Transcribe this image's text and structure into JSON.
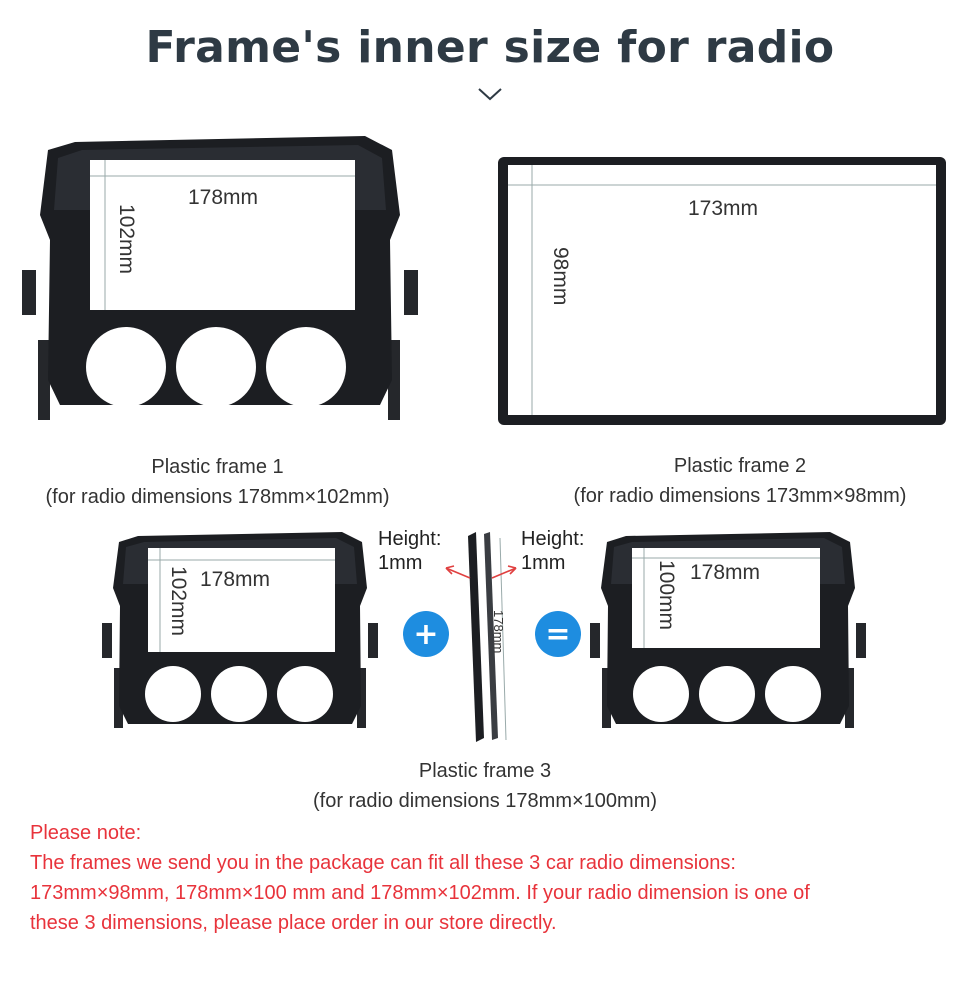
{
  "title": "Frame's inner size for radio",
  "frame1": {
    "width_label": "178mm",
    "height_label": "102mm",
    "caption_line1": "Plastic frame 1",
    "caption_line2": "(for radio dimensions 178mm×102mm)"
  },
  "frame2": {
    "width_label": "173mm",
    "height_label": "98mm",
    "caption_line1": "Plastic frame 2",
    "caption_line2": "(for radio dimensions 173mm×98mm)"
  },
  "frame3": {
    "left_width_label": "178mm",
    "left_height_label": "102mm",
    "right_width_label": "178mm",
    "right_height_label": "100mm",
    "strip_length_label": "178mm",
    "height_left_line1": "Height:",
    "height_left_line2": "1mm",
    "height_right_line1": "Height:",
    "height_right_line2": "1mm",
    "plus_symbol": "+",
    "equals_symbol": "=",
    "caption_line1": "Plastic frame 3",
    "caption_line2": "(for radio dimensions 178mm×100mm)"
  },
  "note": {
    "line1": "Please note:",
    "line2": "The frames we send you in the package can fit all these 3 car radio dimensions:",
    "line3": "173mm×98mm,  178mm×100 mm and  178mm×102mm. If your radio dimension is one of",
    "line4": "these 3 dimensions, please place order in our store directly."
  },
  "colors": {
    "title": "#2e3a44",
    "note": "#e8333b",
    "button": "#1e8de0",
    "arrow": "#e04040",
    "frame": "#1c1e22"
  }
}
